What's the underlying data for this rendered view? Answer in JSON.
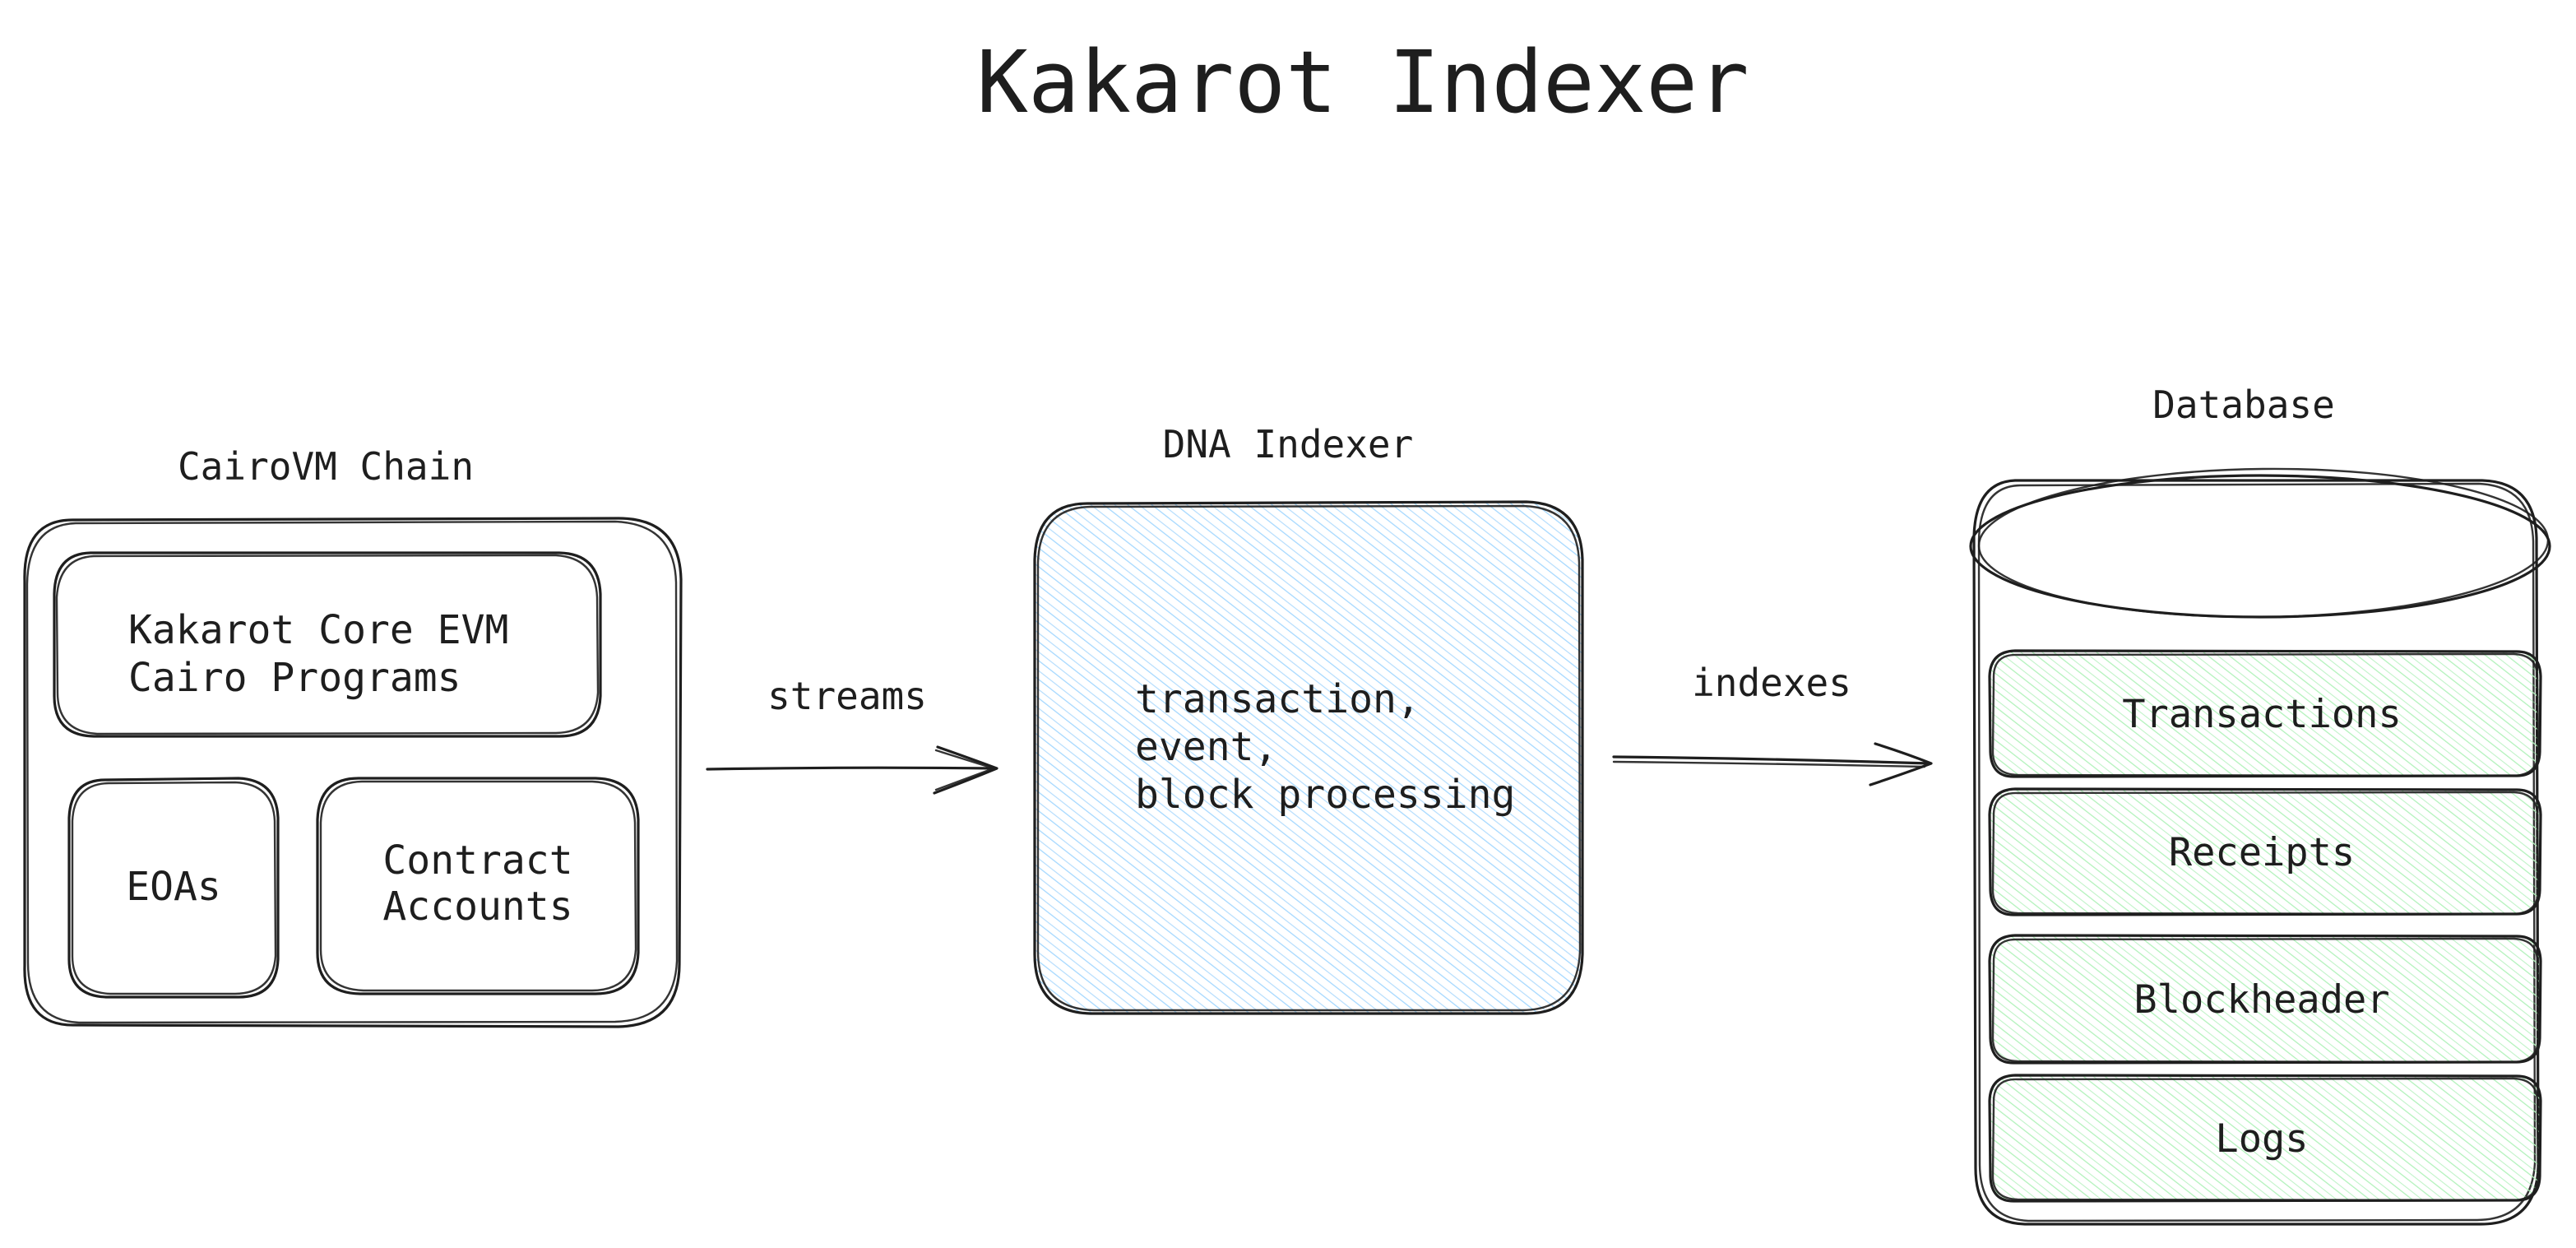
{
  "title": "Kakarot Indexer",
  "colors": {
    "ink": "#1e1e1e",
    "indexer_hatch": "#a5d8ff",
    "indexer_hatch_dark": "#74c0fc",
    "table_hatch": "#b2f2bb",
    "table_hatch_dark": "#8ce99a"
  },
  "chain": {
    "label": "CairoVM Chain",
    "core_line1": "Kakarot Core EVM",
    "core_line2": "Cairo Programs",
    "eoas": "EOAs",
    "contract_line1": "Contract",
    "contract_line2": "Accounts"
  },
  "arrow_streams": {
    "label": "streams"
  },
  "indexer": {
    "label": "DNA Indexer",
    "line1": "transaction,",
    "line2": "event,",
    "line3": "block processing"
  },
  "arrow_indexes": {
    "label": "indexes"
  },
  "database": {
    "label": "Database",
    "tables": [
      "Transactions",
      "Receipts",
      "Blockheader",
      "Logs"
    ]
  }
}
